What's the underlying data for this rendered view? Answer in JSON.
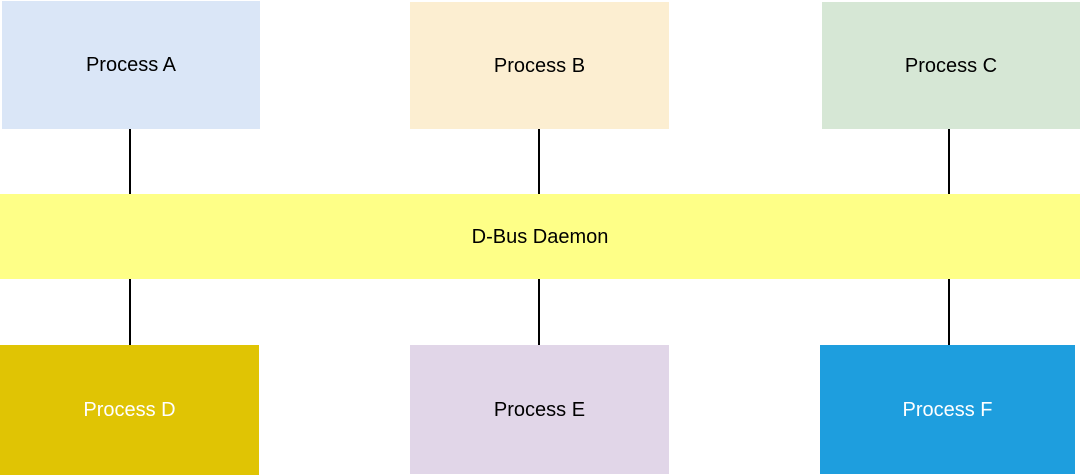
{
  "diagram": {
    "type": "architecture-diagram",
    "subject": "D-Bus inter-process communication",
    "bus": {
      "label": "D-Bus Daemon",
      "fill": "#feff87",
      "text_color": "#000000"
    },
    "processes": [
      {
        "id": "A",
        "label": "Process A",
        "fill": "#dae6f7",
        "text_color": "#000000",
        "row": "top",
        "connected_to": "D-Bus Daemon"
      },
      {
        "id": "B",
        "label": "Process B",
        "fill": "#fceed1",
        "text_color": "#000000",
        "row": "top",
        "connected_to": "D-Bus Daemon"
      },
      {
        "id": "C",
        "label": "Process C",
        "fill": "#d6e7d5",
        "text_color": "#000000",
        "row": "top",
        "connected_to": "D-Bus Daemon"
      },
      {
        "id": "D",
        "label": "Process D",
        "fill": "#e0c404",
        "text_color": "#ffffff",
        "row": "bottom",
        "connected_to": "D-Bus Daemon"
      },
      {
        "id": "E",
        "label": "Process E",
        "fill": "#e1d6e8",
        "text_color": "#000000",
        "row": "bottom",
        "connected_to": "D-Bus Daemon"
      },
      {
        "id": "F",
        "label": "Process F",
        "fill": "#1e9ede",
        "text_color": "#ffffff",
        "row": "bottom",
        "connected_to": "D-Bus Daemon"
      }
    ],
    "connector_color": "#000000",
    "background_color": "#ffffff"
  }
}
